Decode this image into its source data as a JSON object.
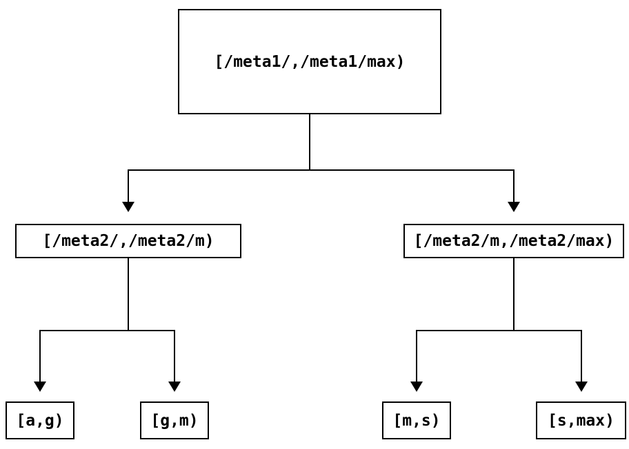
{
  "diagram": {
    "type": "tree",
    "background_color": "#ffffff",
    "line_color": "#000000",
    "box_border_color": "#000000",
    "text_color": "#000000",
    "nodes": [
      {
        "id": "root",
        "label": "[/meta1/,/meta1/max)"
      },
      {
        "id": "meta2-left",
        "label": "[/meta2/,/meta2/m)"
      },
      {
        "id": "meta2-right",
        "label": "[/meta2/m,/meta2/max)"
      },
      {
        "id": "leaf-a-g",
        "label": "[a,g)"
      },
      {
        "id": "leaf-g-m",
        "label": "[g,m)"
      },
      {
        "id": "leaf-m-s",
        "label": "[m,s)"
      },
      {
        "id": "leaf-s-max",
        "label": "[s,max)"
      }
    ],
    "edges": [
      {
        "from": "root",
        "to": "meta2-left"
      },
      {
        "from": "root",
        "to": "meta2-right"
      },
      {
        "from": "meta2-left",
        "to": "leaf-a-g"
      },
      {
        "from": "meta2-left",
        "to": "leaf-g-m"
      },
      {
        "from": "meta2-right",
        "to": "leaf-m-s"
      },
      {
        "from": "meta2-right",
        "to": "leaf-s-max"
      }
    ]
  }
}
